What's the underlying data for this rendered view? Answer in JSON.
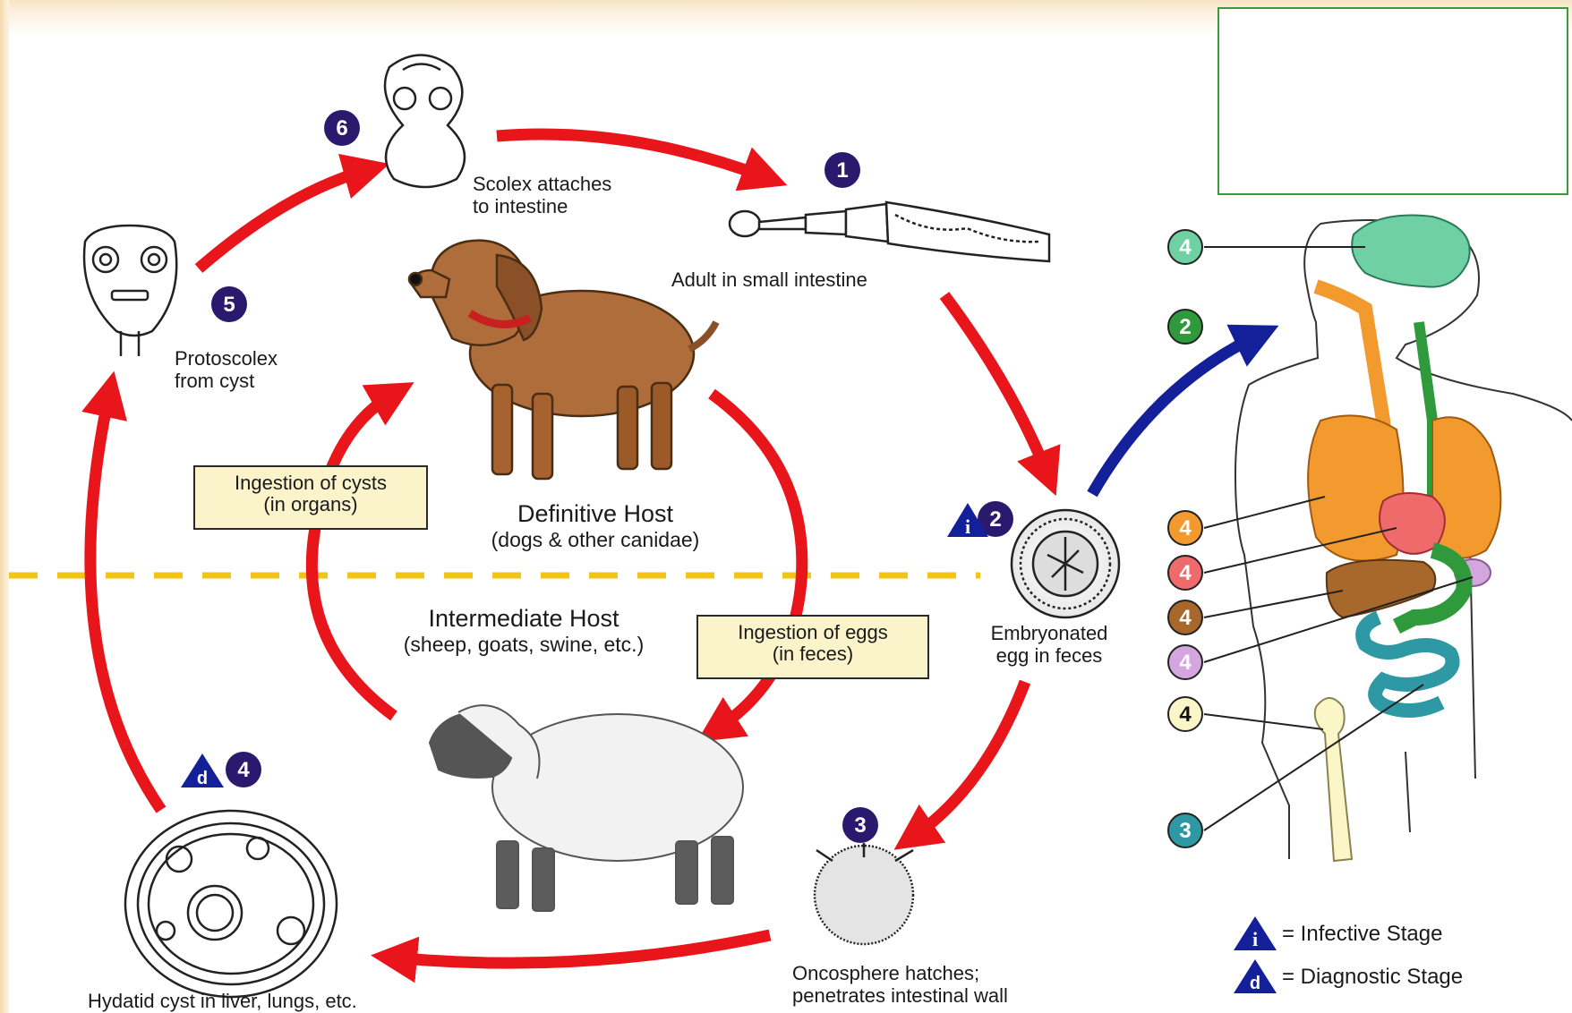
{
  "labels": {
    "scolex": "Scolex attaches\nto intestine",
    "adult": "Adult in small intestine",
    "protoscolex": "Protoscolex\nfrom cyst",
    "definitive_title": "Definitive Host",
    "definitive_sub": "(dogs & other canidae)",
    "intermediate_title": "Intermediate Host",
    "intermediate_sub": "(sheep, goats, swine, etc.)",
    "ingestion_cysts": "Ingestion of cysts\n(in organs)",
    "ingestion_eggs": "Ingestion of eggs\n(in feces)",
    "embryonated": "Embryonated\negg in feces",
    "oncosphere": "Oncosphere hatches;\npenetrates intestinal wall",
    "hydatid": "Hydatid cyst in liver, lungs, etc."
  },
  "stage_numbers": {
    "s1": "1",
    "s2": "2",
    "s3": "3",
    "s4": "4",
    "s5": "5",
    "s6": "6"
  },
  "stage_symbols": {
    "infective": "i",
    "diagnostic": "d"
  },
  "human_markers": [
    {
      "num": "4",
      "color": "#6fd0a4",
      "organ": "brain"
    },
    {
      "num": "2",
      "color": "#2f9a3c",
      "organ": "mouth"
    },
    {
      "num": "4",
      "color": "#f39a2e",
      "organ": "lungs"
    },
    {
      "num": "4",
      "color": "#ef6b6b",
      "organ": "heart"
    },
    {
      "num": "4",
      "color": "#a8682c",
      "organ": "liver"
    },
    {
      "num": "4",
      "color": "#d3a6de",
      "organ": "spleen"
    },
    {
      "num": "4",
      "color": "#fbf6c8",
      "organ": "bone"
    },
    {
      "num": "3",
      "color": "#2e98a5",
      "organ": "intestine"
    }
  ],
  "legend": {
    "infective": "= Infective Stage",
    "diagnostic": "= Diagnostic Stage"
  },
  "colors": {
    "cycle_arrow": "#e8151b",
    "human_arrow": "#13209a",
    "stage_badge": "#2a1a6e",
    "divider": "#f0c419"
  }
}
